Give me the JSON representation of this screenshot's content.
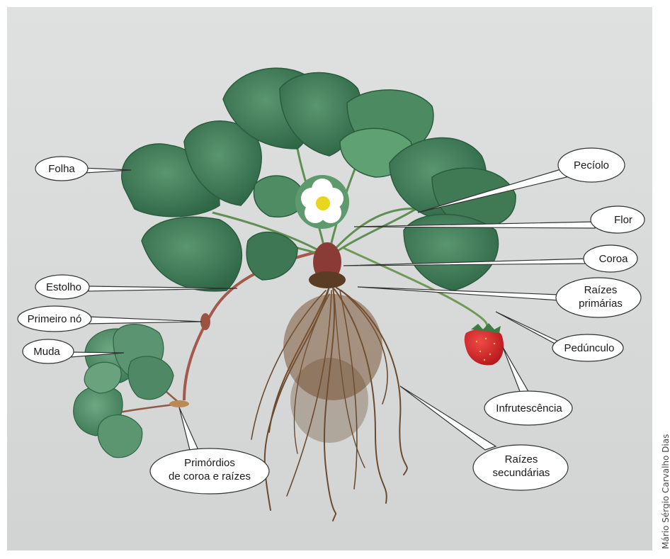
{
  "labels": {
    "folha": "Folha",
    "peciolo": "Pecíolo",
    "flor": "Flor",
    "coroa": "Coroa",
    "estolho": "Estolho",
    "raizes_primarias_1": "Raízes",
    "raizes_primarias_2": "primárias",
    "primeiro_no": "Primeiro nó",
    "pedunculo": "Pedúnculo",
    "muda": "Muda",
    "infrutescencia": "Infrutescência",
    "primordios_1": "Primórdios",
    "primordios_2": "de coroa e raízes",
    "raizes_secundarias_1": "Raízes",
    "raizes_secundarias_2": "secundárias"
  },
  "credit": "Mário Sérgio Carvalho Dias",
  "colors": {
    "leaf": "#3f7a55",
    "leaf_dark": "#2e6444",
    "stem": "#a35a4a",
    "root": "#6b4a2e",
    "petal": "#ffffff",
    "flower_center": "#e8d61e",
    "fruit": "#d9262a",
    "label_fill": "#ffffff",
    "label_stroke": "#333333",
    "background": "#dcdede"
  }
}
